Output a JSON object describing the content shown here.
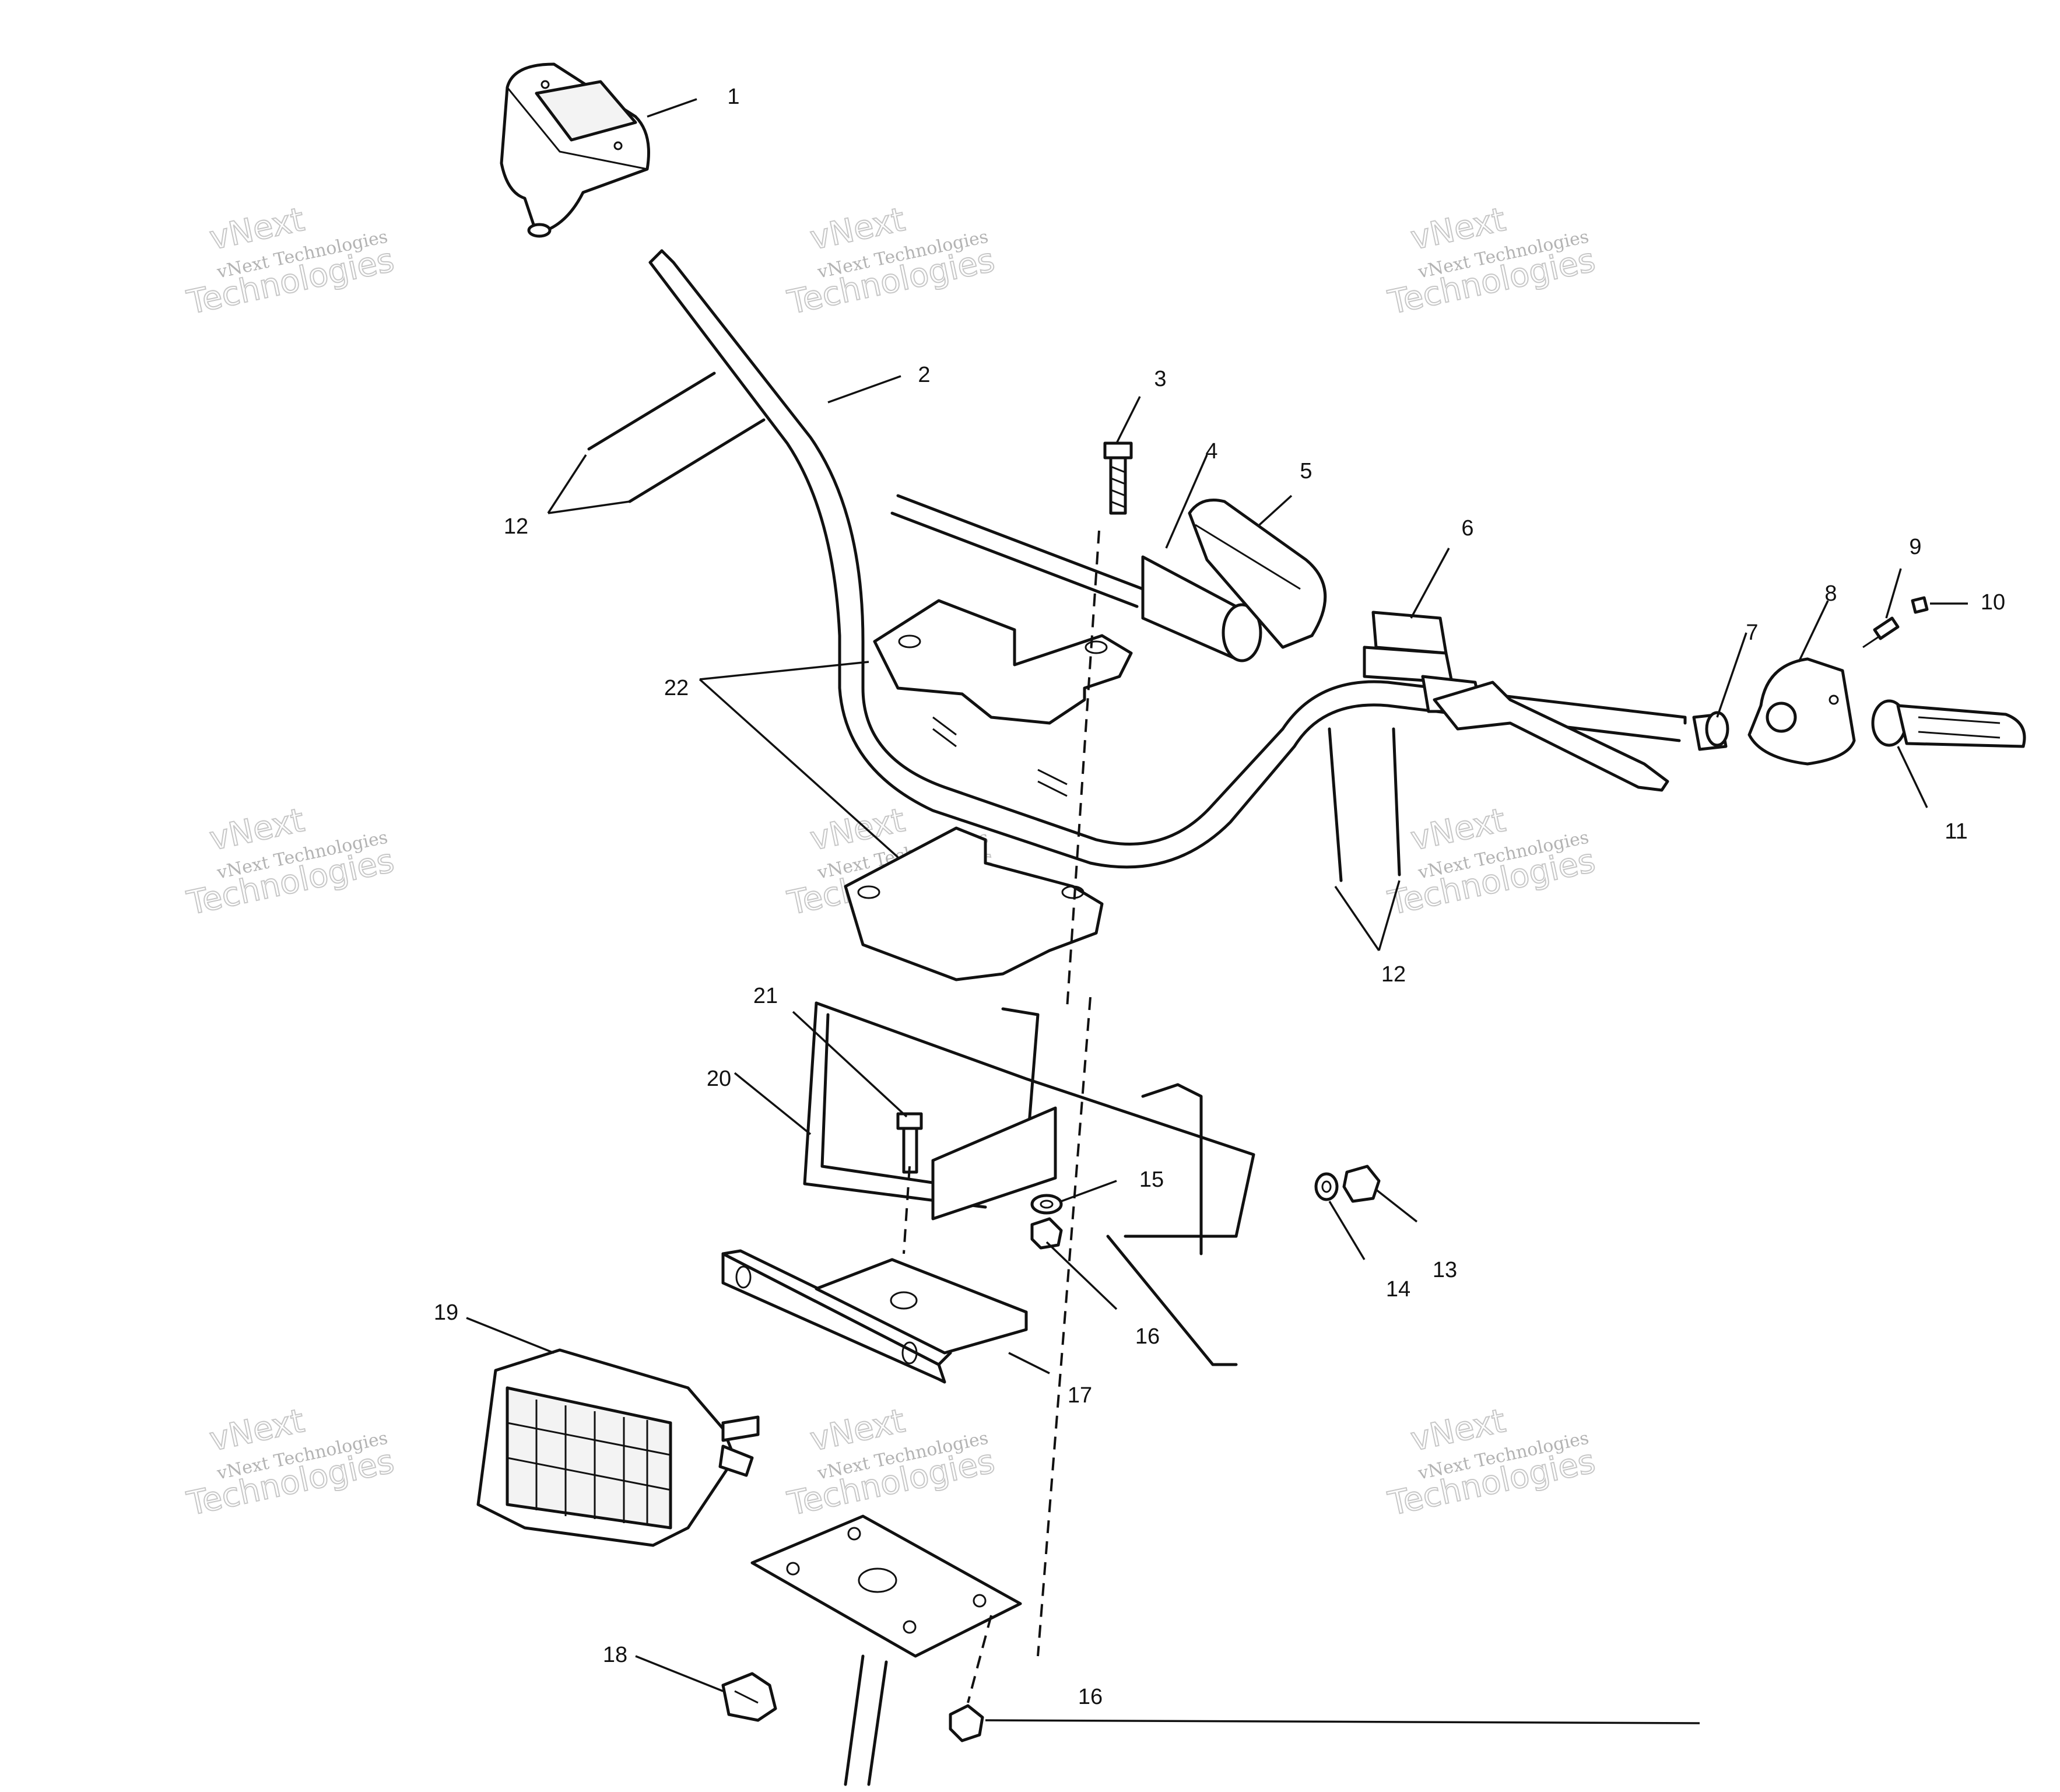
{
  "callouts": [
    "1",
    "2",
    "3",
    "4",
    "5",
    "6",
    "7",
    "8",
    "9",
    "10",
    "11",
    "12",
    "12",
    "13",
    "14",
    "15",
    "16",
    "16",
    "17",
    "18",
    "19",
    "20",
    "21",
    "22"
  ],
  "watermark": {
    "top": "vNext",
    "middle": "vNext Technologies",
    "bottom": "Technologies"
  },
  "colors": {
    "ink": "#111111",
    "paper": "#ffffff",
    "watermark": "#9a9a9a"
  }
}
